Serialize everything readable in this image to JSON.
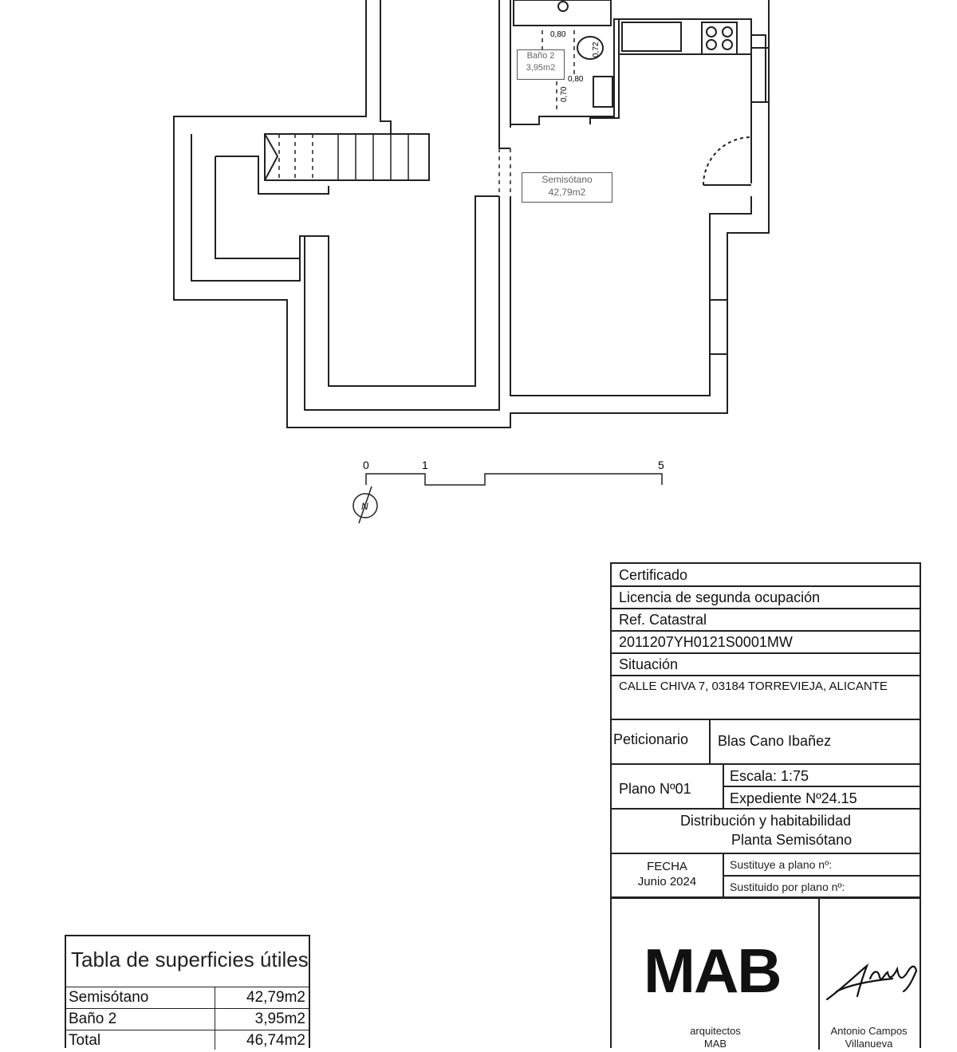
{
  "plan": {
    "rooms": [
      {
        "name": "Baño 2",
        "area": "3,95m2"
      },
      {
        "name": "Semisótano",
        "area": "42,79m2"
      }
    ],
    "dims": [
      "0,80",
      "0,72",
      "0,80",
      "0,70"
    ],
    "scale_bar": {
      "ticks": [
        "0",
        "1",
        "5"
      ]
    },
    "north_label": "N"
  },
  "title_block": {
    "certificado": "Certificado",
    "licencia": "Licencia de segunda ocupación",
    "ref_label": "Ref. Catastral",
    "ref_value": "2011207YH0121S0001MW",
    "situacion_label": "Situación",
    "situacion_value": "CALLE CHIVA 7, 03184 TORREVIEJA, ALICANTE",
    "peticionario_label": "Peticionario",
    "peticionario_value": "Blas Cano Ibañez",
    "plano": "Plano Nº01",
    "escala": "Escala: 1:75",
    "expediente": "Expediente Nº24.15",
    "title_line1": "Distribución y habitabilidad",
    "title_line2": "Planta Semisótano",
    "fecha_label": "FECHA",
    "fecha_value": "Junio 2024",
    "sustituye": "Sustituye a plano nº:",
    "sustituido": "Sustituido por plano nº:",
    "logo": "MAB",
    "logo_caption_1": "arquitectos",
    "logo_caption_2": "MAB",
    "signer_1": "Antonio Campos",
    "signer_2": "Villanueva"
  },
  "surfaces": {
    "title": "Tabla de superficies útiles",
    "rows": [
      {
        "name": "Semisótano",
        "area": "42,79m2"
      },
      {
        "name": "Baño 2",
        "area": "3,95m2"
      },
      {
        "name": "Total",
        "area": "46,74m2"
      }
    ]
  }
}
